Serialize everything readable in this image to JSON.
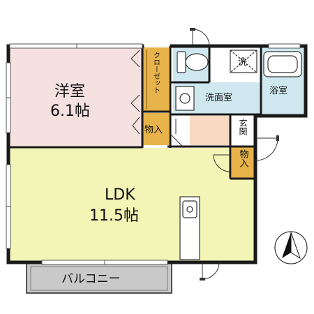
{
  "rooms": {
    "western_room": {
      "name": "洋室",
      "size": "6.1帖"
    },
    "ldk": {
      "name": "LDK",
      "size": "11.5帖"
    },
    "closet": "クローゼット",
    "storage_1": "物入",
    "storage_2": "物入",
    "washroom": "洗面室",
    "bathroom": "浴室",
    "entrance": "玄関",
    "balcony": "バルコニー",
    "washer": "洗"
  },
  "colors": {
    "wall": "#1a1a1a",
    "western_room": "#f6e1e1",
    "ldk": "#f3f5b6",
    "storage": "#e7b34a",
    "wet_area": "#cfe8ef",
    "entrance_floor": "#f8d9c2",
    "balcony": "#c9c9c9",
    "hall": "#ffffff"
  },
  "icons": [
    "north-arrow-icon",
    "toilet-icon",
    "sink-icon",
    "kitchen-sink-icon",
    "bathtub-icon",
    "washing-machine-icon",
    "door-swing-icon"
  ]
}
